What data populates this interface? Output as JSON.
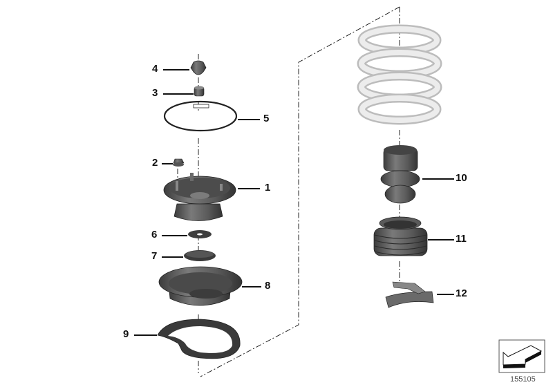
{
  "diagram": {
    "type": "exploded parts diagram",
    "subject": "Strut mount / spring support assembly",
    "parts": [
      {
        "number": "1",
        "description": "strut mount (guide support)"
      },
      {
        "number": "2",
        "description": "collar nut"
      },
      {
        "number": "3",
        "description": "self-locking nut"
      },
      {
        "number": "4",
        "description": "protective cap"
      },
      {
        "number": "5",
        "description": "circlip ring"
      },
      {
        "number": "6",
        "description": "washer"
      },
      {
        "number": "7",
        "description": "disc / washer"
      },
      {
        "number": "8",
        "description": "upper spring seat"
      },
      {
        "number": "9",
        "description": "spring pad"
      },
      {
        "number": "10",
        "description": "auxiliary spring / bump stop"
      },
      {
        "number": "11",
        "description": "protective bellows / dust boot"
      },
      {
        "number": "12",
        "description": "lower spring pad / seat bracket"
      }
    ],
    "unlabeled_parts": [
      "coil spring"
    ],
    "reference_number": "155105",
    "colors": {
      "dark_parts": "#5a5a5a",
      "spring": "#d4d4d4",
      "lines": "#111111"
    }
  }
}
